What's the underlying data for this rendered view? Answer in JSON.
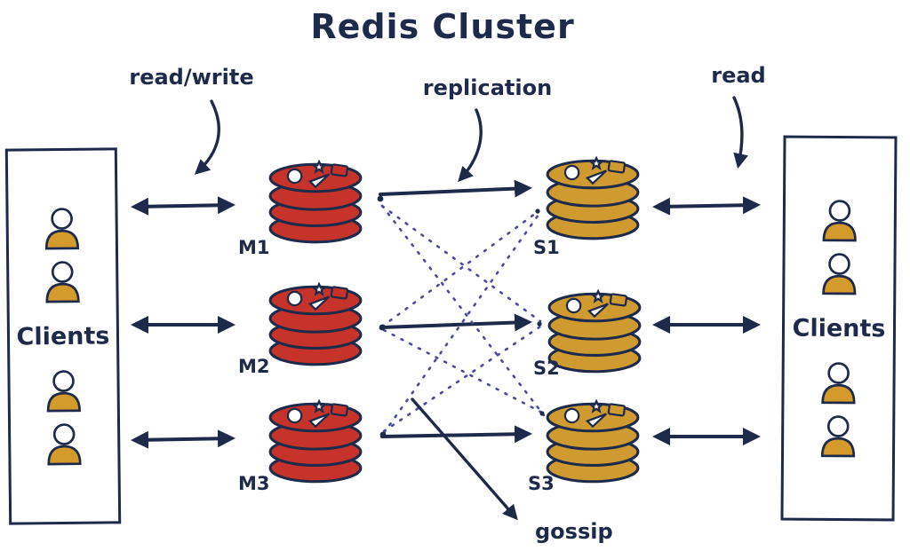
{
  "title": "Redis Cluster",
  "annotations": {
    "read_write": "read/write",
    "replication": "replication",
    "read": "read",
    "gossip": "gossip"
  },
  "clients_left": {
    "label": "Clients"
  },
  "clients_right": {
    "label": "Clients"
  },
  "masters": [
    {
      "label": "M1"
    },
    {
      "label": "M2"
    },
    {
      "label": "M3"
    }
  ],
  "slaves": [
    {
      "label": "S1"
    },
    {
      "label": "S2"
    },
    {
      "label": "S3"
    }
  ],
  "colors": {
    "ink": "#1e2a4a",
    "master_red": "#c5332b",
    "slave_gold": "#cf9b31",
    "person_gold": "#d49a2b",
    "gossip_line": "#4a4a9e",
    "background": "#ffffff"
  }
}
